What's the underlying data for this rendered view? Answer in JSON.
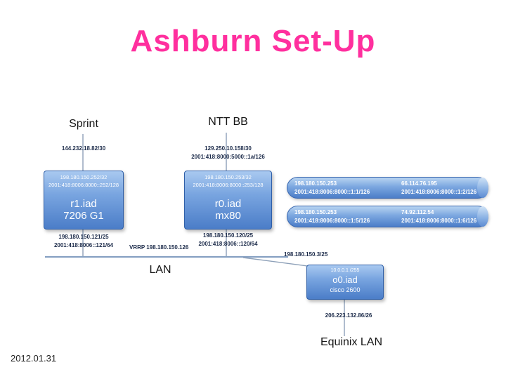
{
  "slide": {
    "title": "Ashburn Set-Up",
    "date": "2012.01.31"
  },
  "labels": {
    "sprint": "Sprint",
    "ntt": "NTT BB",
    "lan": "LAN",
    "equinix": "Equinix LAN"
  },
  "links": {
    "sprint_uplink": "144.232.18.82/30",
    "ntt_uplink_v4": "129.250.10.158/30",
    "ntt_uplink_v6": "2001:418:8000:5000::1a/126",
    "r1_lan_v4": "198.180.150.121/25",
    "r1_lan_v6": "2001:418:8006::121/64",
    "r0_lan_v4": "198.180.150.120/25",
    "r0_lan_v6": "2001:418:8006::120/64",
    "vrrp": "VRRP 198.180.150.126",
    "o0_uplink": "198.180.150.3/25",
    "o0_downlink": "206.223.132.86/26"
  },
  "routers": {
    "r1": {
      "v4": "198.180.150.252/32",
      "v6": "2001:418:8006:8000::252/128",
      "name": "r1.iad",
      "model": "7206 G1"
    },
    "r0": {
      "v4": "198.180.150.253/32",
      "v6": "2001:418:8006:8000::253/128",
      "name": "r0.iad",
      "model": "mx80"
    },
    "o0": {
      "v4": "10.0.0.1 /255",
      "name": "o0.iad",
      "model": "cisco 2600"
    }
  },
  "tunnels": [
    {
      "local_v4": "198.180.150.253",
      "local_v6": "2001:418:8006:8000::1:1/126",
      "remote_v4": "66.114.76.195",
      "remote_v6": "2001:418:8006:8000::1:2/126"
    },
    {
      "local_v4": "198.180.150.253",
      "local_v6": "2001:418:8006:8000::1:5/126",
      "remote_v4": "74.92.112.54",
      "remote_v6": "2001:418:8006:8000::1:6/126"
    }
  ],
  "colors": {
    "title": "#ff2f9e",
    "node_top": "#a9c9f0",
    "node_bottom": "#4b7dc8",
    "line": "#8da0b8"
  }
}
